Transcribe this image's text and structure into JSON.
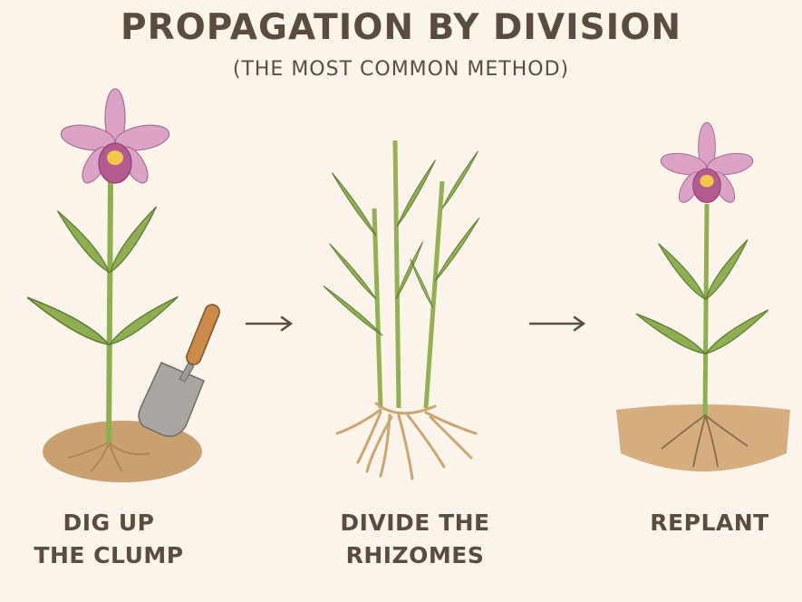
{
  "title": "PROPAGATION BY DIVISION",
  "subtitle": "(THE MOST COMMON METHOD)",
  "steps": [
    {
      "line1": "DIG UP",
      "line2": "THE CLUMP"
    },
    {
      "line1": "DIVIDE THE",
      "line2": "RHIZOMES"
    },
    {
      "line1": "REPLANT"
    }
  ],
  "colors": {
    "background": "#fbf4ea",
    "text": "#5a4d40",
    "leaf": "#8fae52",
    "petal": "#dba3c6",
    "lip": "#b35a91",
    "soil": "#c9a070",
    "root": "#d2b383"
  }
}
